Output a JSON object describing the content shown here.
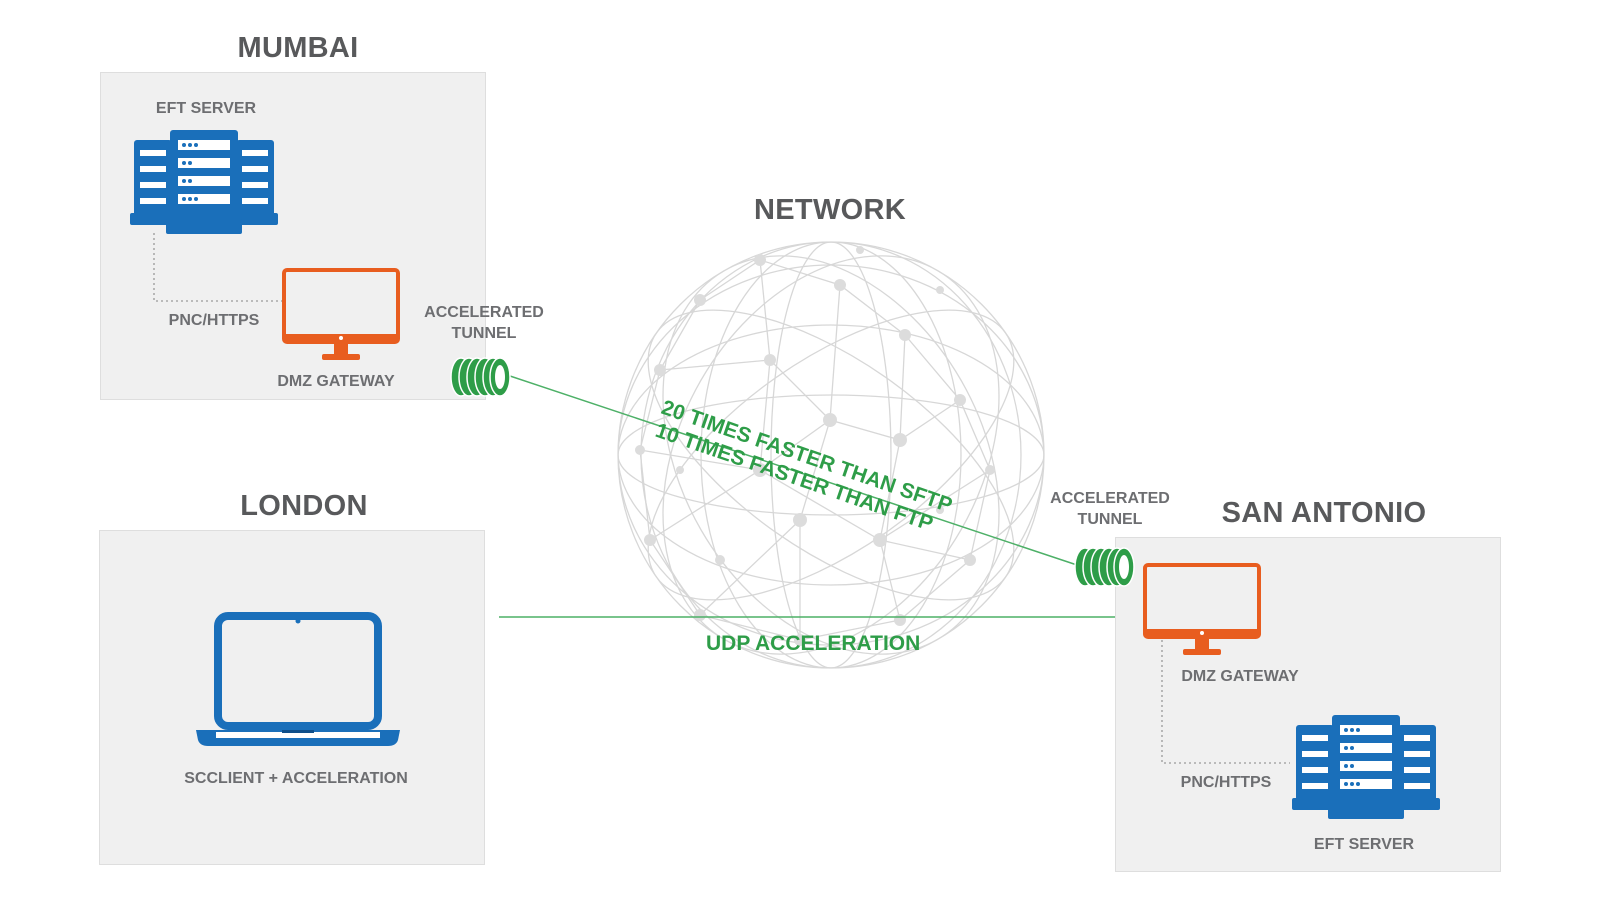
{
  "network": {
    "title": "NETWORK",
    "speed_sftp": "20 TIMES FASTER THAN SFTP",
    "speed_ftp": "10 TIMES FASTER THAN FTP",
    "udp_label": "UDP ACCELERATION"
  },
  "mumbai": {
    "title": "MUMBAI",
    "server_label": "EFT SERVER",
    "protocol_label": "PNC/HTTPS",
    "gateway_label": "DMZ GATEWAY",
    "tunnel_label_line1": "ACCELERATED",
    "tunnel_label_line2": "TUNNEL"
  },
  "london": {
    "title": "LONDON",
    "client_label": "SCCLIENT + ACCELERATION"
  },
  "san_antonio": {
    "title": "SAN ANTONIO",
    "gateway_label": "DMZ GATEWAY",
    "protocol_label": "PNC/HTTPS",
    "server_label": "EFT SERVER",
    "tunnel_label_line1": "ACCELERATED",
    "tunnel_label_line2": "TUNNEL"
  },
  "colors": {
    "server_blue": "#1a6fba",
    "gateway_orange": "#e85d1f",
    "tunnel_green": "#2e9d48",
    "box_gray": "#f0f0f0",
    "title_gray": "#58595b"
  },
  "icons": {
    "server": "server-rack-icon",
    "gateway": "monitor-icon",
    "client": "laptop-icon",
    "tunnel": "tunnel-coil-icon",
    "network": "wireframe-globe-icon"
  }
}
